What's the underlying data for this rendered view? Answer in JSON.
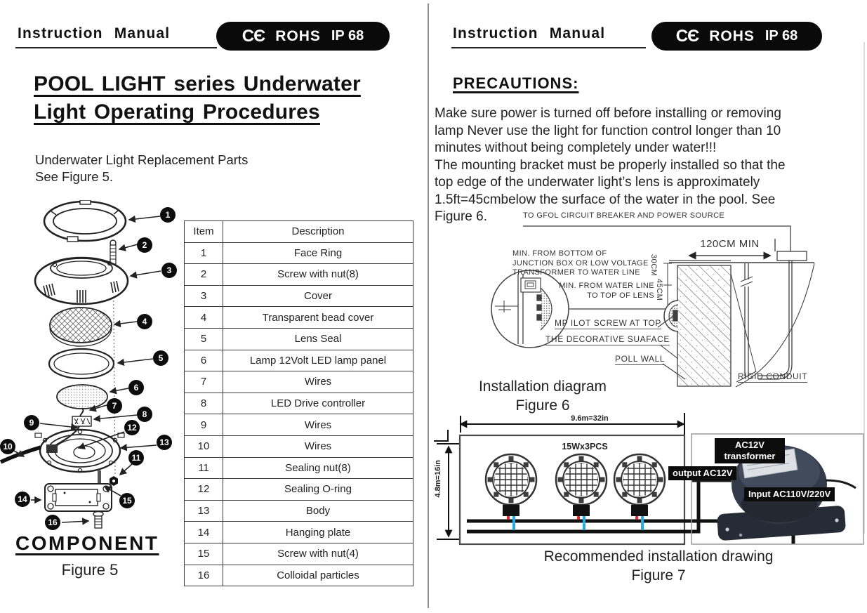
{
  "left_page": {
    "header_title": "Instruction Manual",
    "badge": {
      "ce_mark": "CЄ",
      "rohs": "ROHS",
      "ip": "IP 68"
    },
    "doc_title": "POOL LIGHT  series Underwater\nLight  Operating Procedures",
    "intro": "Underwater Light Replacement Parts\nSee Figure 5.",
    "figure5": {
      "callout_numbers": [
        "1",
        "2",
        "3",
        "4",
        "5",
        "6",
        "7",
        "8",
        "9",
        "10",
        "11",
        "12",
        "13",
        "14",
        "15",
        "16"
      ],
      "caption_title": "COMPONENT",
      "caption_figure": "Figure 5"
    },
    "parts_table": {
      "headers": [
        "Item",
        "Description"
      ],
      "rows": [
        [
          "1",
          "Face Ring"
        ],
        [
          "2",
          "Screw with nut(8)"
        ],
        [
          "3",
          "Cover"
        ],
        [
          "4",
          "Transparent bead cover"
        ],
        [
          "5",
          "Lens Seal"
        ],
        [
          "6",
          "Lamp 12Volt LED lamp panel"
        ],
        [
          "7",
          "Wires"
        ],
        [
          "8",
          "LED Drive controller"
        ],
        [
          "9",
          "Wires"
        ],
        [
          "10",
          "Wires"
        ],
        [
          "11",
          "Sealing nut(8)"
        ],
        [
          "12",
          "Sealing O-ring"
        ],
        [
          "13",
          "Body"
        ],
        [
          "14",
          "Hanging plate"
        ],
        [
          "15",
          "Screw with nut(4)"
        ],
        [
          "16",
          "Colloidal particles"
        ]
      ]
    }
  },
  "right_page": {
    "header_title": "Instruction Manual",
    "badge": {
      "ce_mark": "CЄ",
      "rohs": "ROHS",
      "ip": "IP 68"
    },
    "precautions_title": "PRECAUTIONS:",
    "precautions_body": "Make sure power is turned off before installing or removing\nlamp Never use the light for function control longer than 10\nminutes without being completely under water!!!\nThe mounting bracket must be properly installed so that the\ntop edge of the underwater light’s lens is approximately\n1.5ft=45cmbelow the surface of the water in the pool. See\nFigure 6.",
    "figure6": {
      "label_power_source": "TO GFOL CIRCUIT BREAKER AND POWER SOURCE",
      "label_junction": "MIN. FROM BOTTOM OF\nJUNCTION BOX OR LOW VOLTAGE\nTRANSFORMER TO WATER LINE",
      "dim_120cm": "120CM MIN",
      "dim_30cm": "30CM",
      "dim_45cm": "45CM",
      "label_water_line": "MIN. FROM WATER LINE\nTO TOP OF LENS",
      "label_pilot_screw": "MP ILOT SCREW AT TOP",
      "label_decorative_surface": "THE DECORATIVE SUAFACE",
      "label_pool_wall": "POLL WALL",
      "label_rigid_conduit": "RIGID CONDUIT",
      "caption_line1": "Installation diagram",
      "caption_line2": "Figure 6"
    },
    "figure7": {
      "dim_width": "9.6m=32in",
      "dim_height": "4.8m=16in",
      "label_lights": "15Wx3PCS",
      "label_output": "output AC12V",
      "label_input": "Input AC110V/220V",
      "label_transformer": "AC12V\ntransformer",
      "caption_line1": "Recommended installation drawing",
      "caption_line2": "Figure 7"
    },
    "colors": {
      "wire_hot": "#e8262a",
      "wire_cool": "#29abe2",
      "line_art": "#3f3f3f"
    }
  }
}
